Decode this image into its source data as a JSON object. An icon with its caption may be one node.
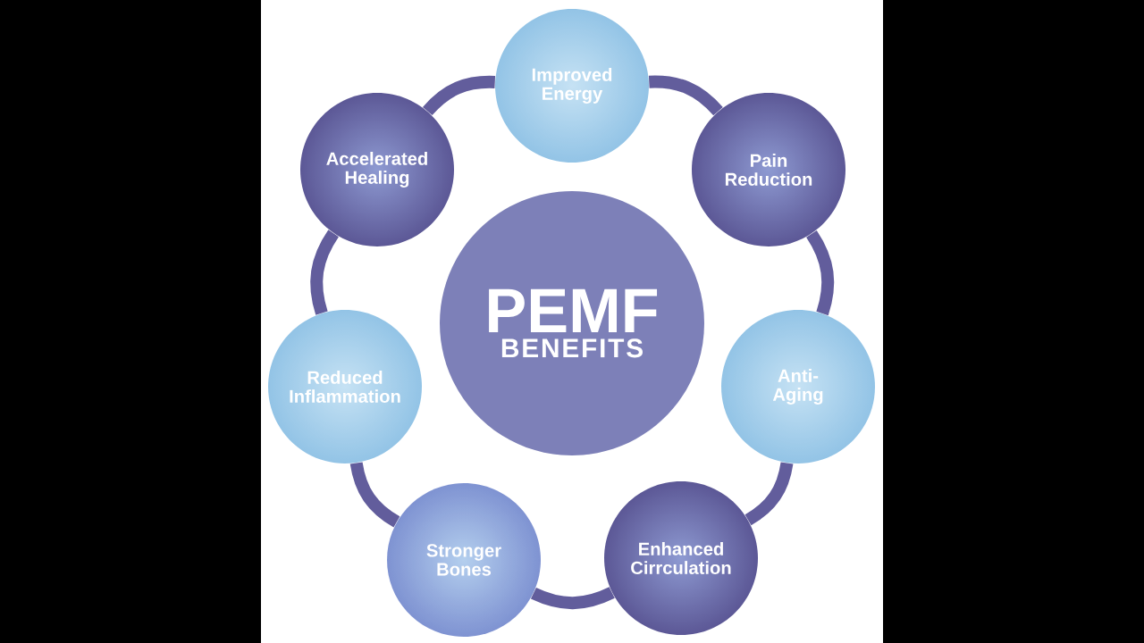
{
  "diagram": {
    "nodes": [
      {
        "text": [
          "PEMF",
          "BENEFITS"
        ]
      },
      {
        "text": [
          "Improved Energy"
        ]
      },
      {
        "text": [
          "Pain Reduction"
        ]
      },
      {
        "text": [
          "Anti-Aging"
        ]
      },
      {
        "text": [
          "Enhanced Cirrculation"
        ]
      },
      {
        "text": [
          "Stronger Bones"
        ]
      },
      {
        "text": [
          "Reduced Inflammation"
        ]
      },
      {
        "text": [
          "Accelerated Healing"
        ]
      }
    ],
    "edges": [
      {
        "from": 1,
        "to": 2,
        "arrow": "none"
      },
      {
        "from": 2,
        "to": 3,
        "arrow": "none"
      },
      {
        "from": 3,
        "to": 4,
        "arrow": "none"
      },
      {
        "from": 4,
        "to": 5,
        "arrow": "none"
      },
      {
        "from": 5,
        "to": 6,
        "arrow": "none"
      },
      {
        "from": 6,
        "to": 7,
        "arrow": "none"
      },
      {
        "from": 7,
        "to": 1,
        "arrow": "none"
      }
    ]
  }
}
